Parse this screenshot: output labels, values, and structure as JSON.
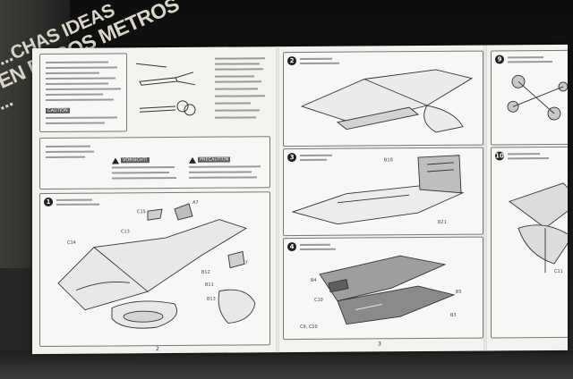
{
  "magazine": {
    "lines": [
      "...CHAS IDEAS",
      "EN POCOS METROS",
      "..."
    ]
  },
  "page2": {
    "number": "2",
    "caution_label": "CAUTION",
    "vorsicht_label": "VORSICHT!",
    "precaution_label": "PRECAUTION",
    "step1": {
      "number": "1",
      "parts": [
        "C14",
        "C15",
        "C13",
        "B12",
        "B11",
        "B13",
        "B17",
        "A7"
      ]
    }
  },
  "page3": {
    "number": "3",
    "step2": {
      "number": "2"
    },
    "step3": {
      "number": "3",
      "parts": [
        "B10",
        "B21"
      ]
    },
    "step4": {
      "number": "4",
      "parts": [
        "B4",
        "B5",
        "B3",
        "C10",
        "C9, C10"
      ]
    }
  },
  "page4": {
    "step9": {
      "number": "9"
    },
    "step10": {
      "number": "10",
      "parts": [
        "C11"
      ]
    }
  },
  "colors": {
    "paper": "#f2f2ef",
    "ink": "#222222",
    "background": "#1a1a1a"
  }
}
